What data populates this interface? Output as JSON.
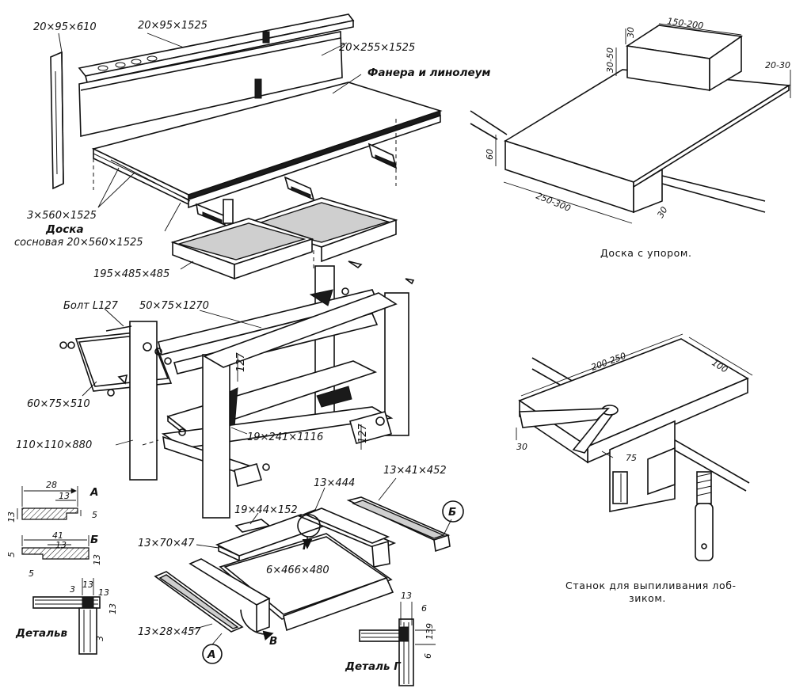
{
  "workbench": {
    "labels": {
      "top_rail": "20×95×1525",
      "back_post": "20×95×610",
      "back_board": "20×255×1525",
      "top_cover": "Фанера и линолеум",
      "plywood": "3×560×1525",
      "pine_board_line1": "Доска",
      "pine_board_line2": "сосновая 20×560×1525",
      "drawer": "195×485×485",
      "bolt": "Болт L127",
      "long_rail": "50×75×1270",
      "side_rail": "60×75×510",
      "rail_gap_top": "127",
      "shelf": "19×241×1116",
      "rail_gap_bottom": "127",
      "leg": "110×110×880"
    }
  },
  "drawer_parts": {
    "labels": {
      "handle": "19×44×152",
      "side_a": "13×444",
      "runner_b": "13×41×452",
      "front": "13×70×47",
      "bottom": "6×466×480",
      "runner_a": "13×28×457"
    },
    "markers": {
      "a": "А",
      "b": "Б",
      "v": "В",
      "g": "Г"
    }
  },
  "profiles": {
    "profile_a": {
      "width_total": "28",
      "width_inner": "13",
      "letter": "А",
      "height": "13",
      "step": "5"
    },
    "profile_b": {
      "width_total": "41",
      "width_inner": "13",
      "letter": "Б",
      "height_left": "5",
      "height_right": "13",
      "bottom": "5"
    },
    "detail_v": {
      "dim_left": "3",
      "dim_a": "13",
      "dim_b": "13",
      "dim_right": "13",
      "dim_bottom": "3",
      "caption": "Детальв"
    },
    "detail_g": {
      "dim_top": "13",
      "dim_top_small": "6",
      "dim_right_a": "13",
      "dim_right_b": "9",
      "dim_bottom": "6",
      "caption": "Деталь Г"
    }
  },
  "board_with_stop": {
    "dims": {
      "stop_width": "150-200",
      "stop_depth": "30",
      "stop_height": "30-50",
      "board_thickness": "20-30",
      "board_height": "60",
      "board_width": "250-300",
      "board_support": "30"
    },
    "caption": "Доска с упором."
  },
  "jigsaw_table": {
    "dims": {
      "length": "200-250",
      "width": "100",
      "thickness": "30",
      "slot": "75"
    },
    "caption_line1": "Станок для выпиливания лоб-",
    "caption_line2": "зиком."
  }
}
